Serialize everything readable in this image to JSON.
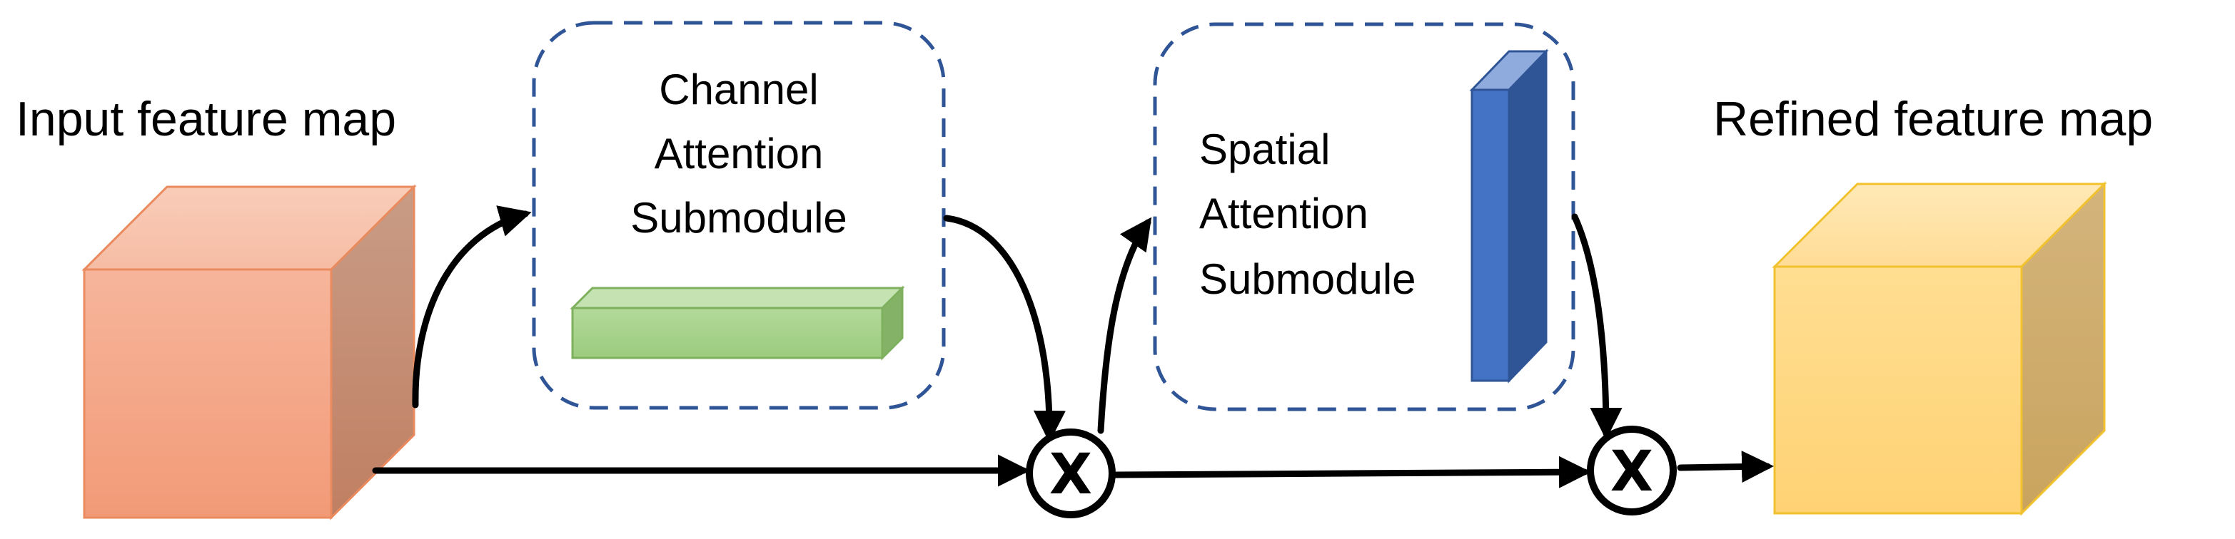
{
  "labels": {
    "input": "Input feature map",
    "output": "Refined feature map"
  },
  "modules": {
    "channel": {
      "line1": "Channel",
      "line2": "Attention",
      "line3": "Submodule"
    },
    "spatial": {
      "line1": "Spatial",
      "line2": "Attention",
      "line3": "Submodule"
    }
  },
  "operators": {
    "multiply_symbol": "X"
  },
  "colors": {
    "input_cube": "#F4A98A",
    "channel_bar": "#A9D18E",
    "spatial_bar": "#4472C4",
    "output_cube": "#FFD77A",
    "dashed_border": "#2F5597",
    "arrows": "#000000"
  }
}
